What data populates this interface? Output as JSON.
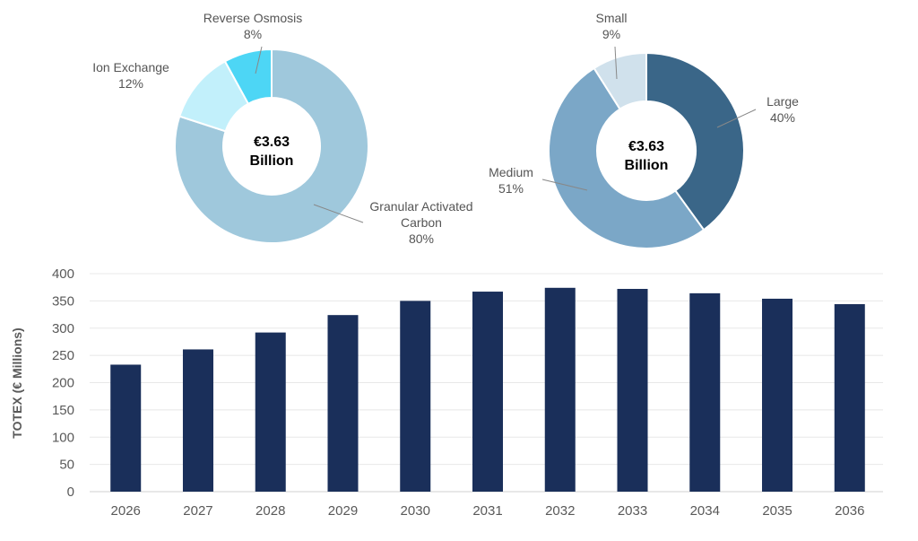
{
  "chart_data": [
    {
      "type": "pie",
      "title": "",
      "center_label": [
        "€3.63",
        "Billion"
      ],
      "slices": [
        {
          "label": [
            "Granular Activated",
            "Carbon"
          ],
          "value": 80,
          "pct_label": "80%",
          "color": "#9fc8dc"
        },
        {
          "label": [
            "Ion Exchange"
          ],
          "value": 12,
          "pct_label": "12%",
          "color": "#c2f0fb"
        },
        {
          "label": [
            "Reverse Osmosis"
          ],
          "value": 8,
          "pct_label": "8%",
          "color": "#4dd6f5"
        }
      ]
    },
    {
      "type": "pie",
      "title": "",
      "center_label": [
        "€3.63",
        "Billion"
      ],
      "slices": [
        {
          "label": [
            "Large"
          ],
          "value": 40,
          "pct_label": "40%",
          "color": "#3a6688"
        },
        {
          "label": [
            "Medium"
          ],
          "value": 51,
          "pct_label": "51%",
          "color": "#7ba7c7"
        },
        {
          "label": [
            "Small"
          ],
          "value": 9,
          "pct_label": "9%",
          "color": "#d0e1ec"
        }
      ]
    },
    {
      "type": "bar",
      "title": "",
      "xlabel": "",
      "ylabel": "TOTEX (€ Millions)",
      "ylim": [
        0,
        400
      ],
      "yticks": [
        0,
        50,
        100,
        150,
        200,
        250,
        300,
        350,
        400
      ],
      "grid": true,
      "color": "#1a2f5a",
      "categories": [
        "2026",
        "2027",
        "2028",
        "2029",
        "2030",
        "2031",
        "2032",
        "2033",
        "2034",
        "2035",
        "2036"
      ],
      "values": [
        233,
        261,
        292,
        324,
        350,
        367,
        374,
        372,
        364,
        354,
        344
      ]
    }
  ]
}
